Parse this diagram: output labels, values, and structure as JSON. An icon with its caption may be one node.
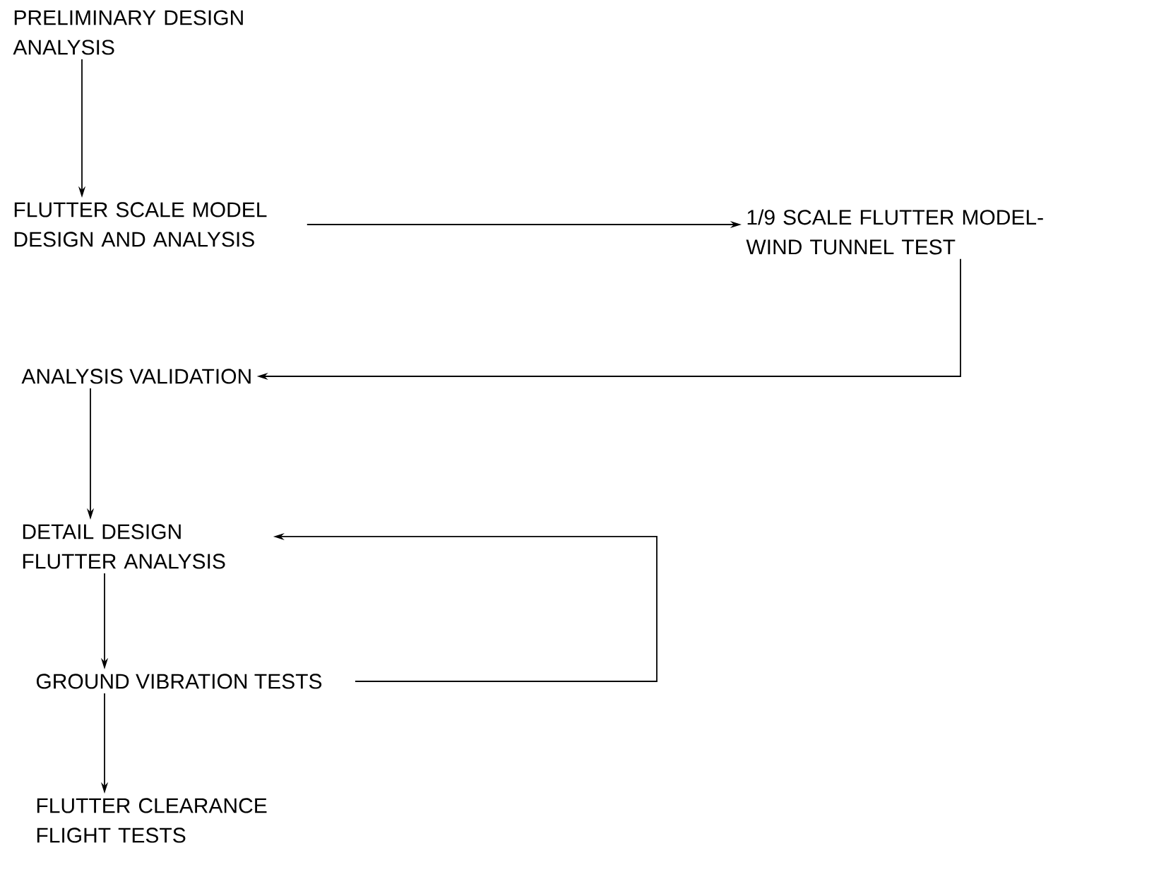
{
  "diagram": {
    "nodes": [
      {
        "text": [
          "PRELIMINARY DESIGN ANALYSIS"
        ]
      },
      {
        "text": [
          "FLUTTER SCALE MODEL DESIGN AND ANALYSIS"
        ]
      },
      {
        "text": [
          "1/9 SCALE FLUTTER MODEL-WIND TUNNEL TEST"
        ]
      },
      {
        "text": [
          "ANALYSIS VALIDATION"
        ]
      },
      {
        "text": [
          "DETAIL DESIGN FLUTTER ANALYSIS"
        ]
      },
      {
        "text": [
          "GROUND VIBRATION TESTS"
        ]
      },
      {
        "text": [
          "FLUTTER CLEARANCE FLIGHT TESTS"
        ]
      }
    ],
    "edges": [
      {
        "from": 0,
        "to": 1,
        "arrow": "to"
      },
      {
        "from": 1,
        "to": 2,
        "arrow": "to"
      },
      {
        "from": 2,
        "to": 3,
        "arrow": "to"
      },
      {
        "from": 3,
        "to": 4,
        "arrow": "to"
      },
      {
        "from": 4,
        "to": 5,
        "arrow": "to"
      },
      {
        "from": 5,
        "to": 4,
        "arrow": "to"
      },
      {
        "from": 5,
        "to": 6,
        "arrow": "to"
      }
    ]
  }
}
